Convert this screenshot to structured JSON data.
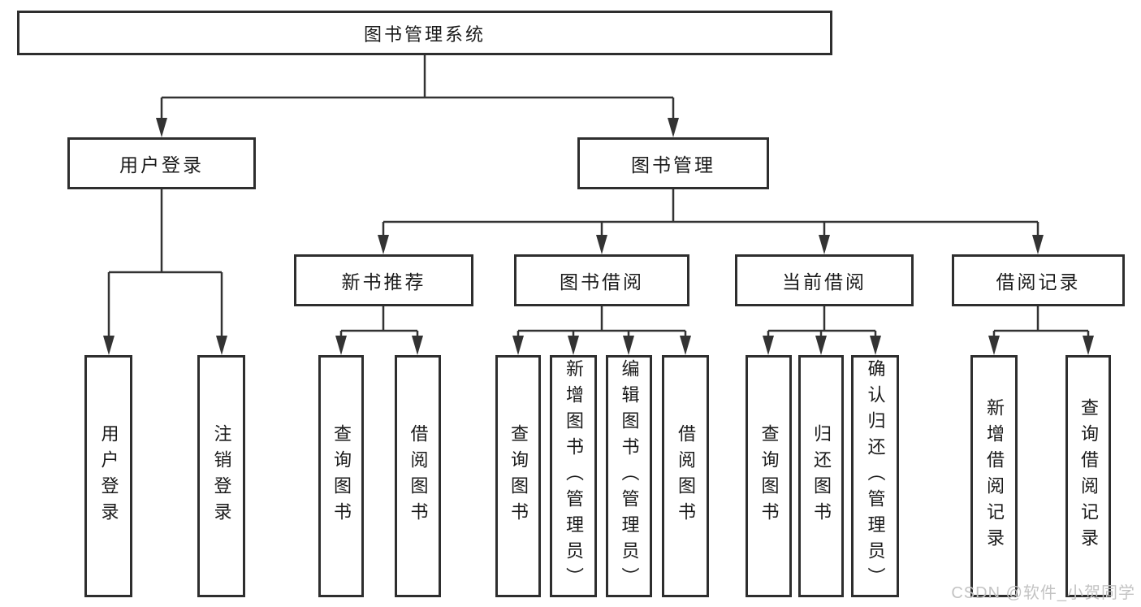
{
  "diagram_title": "图书管理系统",
  "tree": {
    "id": "library-management-system",
    "label": "图书管理系统",
    "children": [
      {
        "id": "user-login-module",
        "label": "用户登录",
        "children": [
          {
            "id": "leaf-user-login",
            "label": "用户登录"
          },
          {
            "id": "leaf-logout",
            "label": "注销登录"
          }
        ]
      },
      {
        "id": "book-management-module",
        "label": "图书管理",
        "children": [
          {
            "id": "new-book-recommend",
            "label": "新书推荐",
            "children": [
              {
                "id": "leaf-query-books-1",
                "label": "查询图书"
              },
              {
                "id": "leaf-borrow-books-1",
                "label": "借阅图书"
              }
            ]
          },
          {
            "id": "book-borrowing",
            "label": "图书借阅",
            "children": [
              {
                "id": "leaf-query-books-2",
                "label": "查询图书"
              },
              {
                "id": "leaf-add-book-admin",
                "label": "新增图书（管理员）"
              },
              {
                "id": "leaf-edit-book-admin",
                "label": "编辑图书（管理员）"
              },
              {
                "id": "leaf-borrow-books-2",
                "label": "借阅图书"
              }
            ]
          },
          {
            "id": "current-borrowing",
            "label": "当前借阅",
            "children": [
              {
                "id": "leaf-query-books-3",
                "label": "查询图书"
              },
              {
                "id": "leaf-return-book",
                "label": "归还图书"
              },
              {
                "id": "leaf-confirm-return-admin",
                "label": "确认归还（管理员）"
              }
            ]
          },
          {
            "id": "borrowing-records",
            "label": "借阅记录",
            "children": [
              {
                "id": "leaf-add-borrow-record",
                "label": "新增借阅记录"
              },
              {
                "id": "leaf-query-borrow-record",
                "label": "查询借阅记录"
              }
            ]
          }
        ]
      }
    ]
  },
  "watermark": {
    "text": "CSDN @软件_小贺同学"
  },
  "colors": {
    "line": "#333333",
    "border": "#2e2e2e",
    "text": "#1a1a1a",
    "watermark": "#c3c3c3",
    "background": "#ffffff"
  }
}
